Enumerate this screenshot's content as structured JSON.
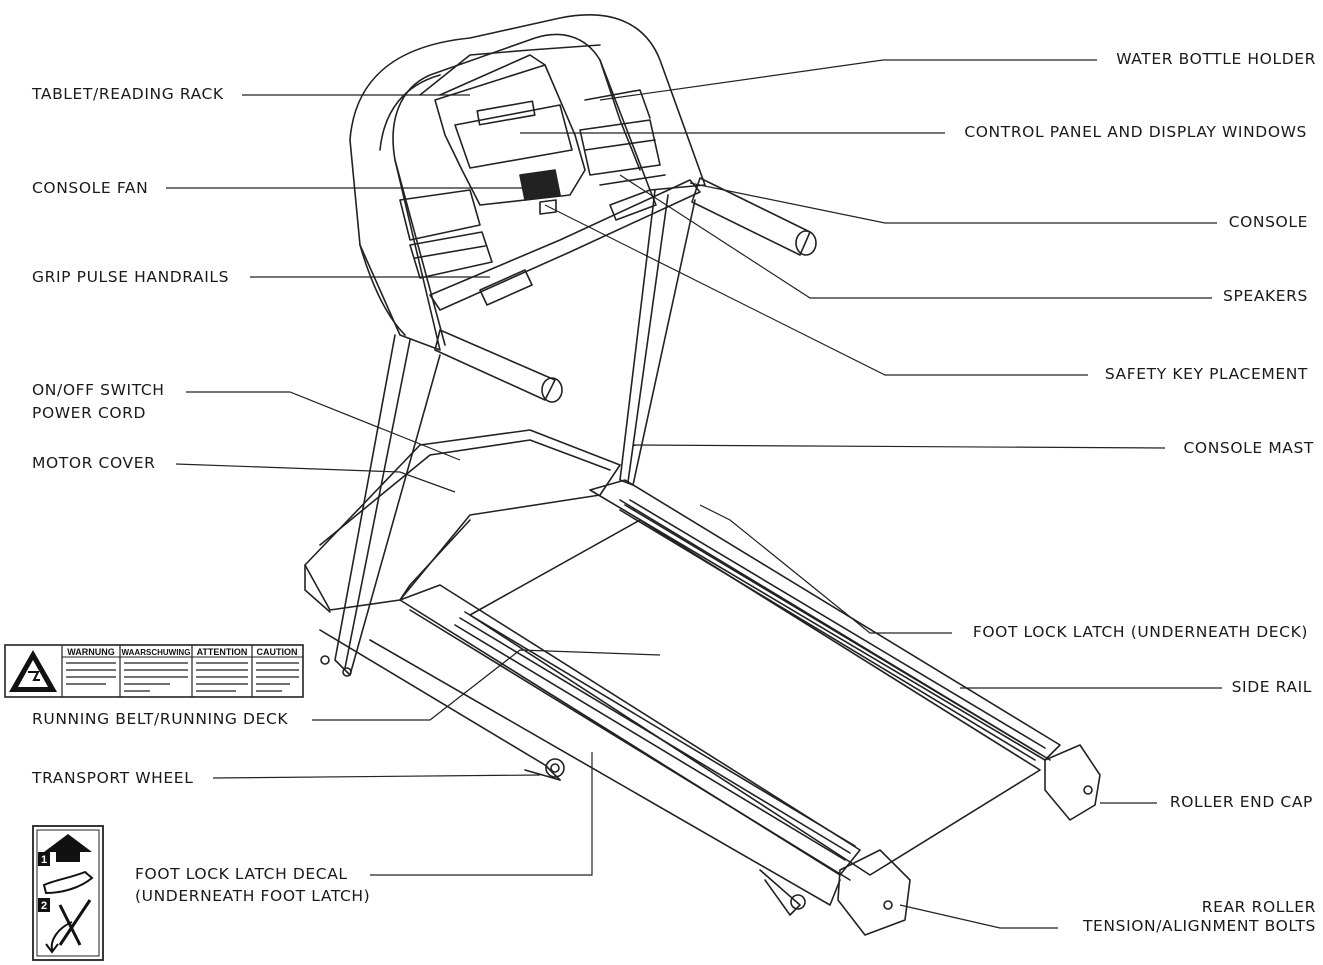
{
  "labels": {
    "tablet_rack": "TABLET/READING RACK",
    "console_fan": "CONSOLE FAN",
    "grip_pulse": "GRIP PULSE HANDRAILS",
    "on_off_switch": "ON/OFF SWITCH",
    "power_cord": "POWER CORD",
    "motor_cover": "MOTOR COVER",
    "running_belt": "RUNNING BELT/RUNNING DECK",
    "transport_wheel": "TRANSPORT WHEEL",
    "foot_lock_decal_1": "FOOT LOCK LATCH DECAL",
    "foot_lock_decal_2": "(UNDERNEATH FOOT LATCH)",
    "water_bottle": "WATER BOTTLE HOLDER",
    "control_panel": "CONTROL PANEL AND DISPLAY WINDOWS",
    "console": "CONSOLE",
    "speakers": "SPEAKERS",
    "safety_key": "SAFETY KEY PLACEMENT",
    "console_mast": "CONSOLE MAST",
    "foot_lock_latch": "FOOT LOCK LATCH (UNDERNEATH DECK)",
    "side_rail": "SIDE RAIL",
    "roller_end_cap": "ROLLER END CAP",
    "rear_roller_1": "REAR ROLLER",
    "rear_roller_2": "TENSION/ALIGNMENT BOLTS"
  },
  "warning_decal": {
    "headers": [
      "WARNUNG",
      "WAARSCHUWING",
      "ATTENTION",
      "CAUTION"
    ]
  },
  "foot_decal": {
    "steps": [
      "1",
      "2"
    ]
  }
}
